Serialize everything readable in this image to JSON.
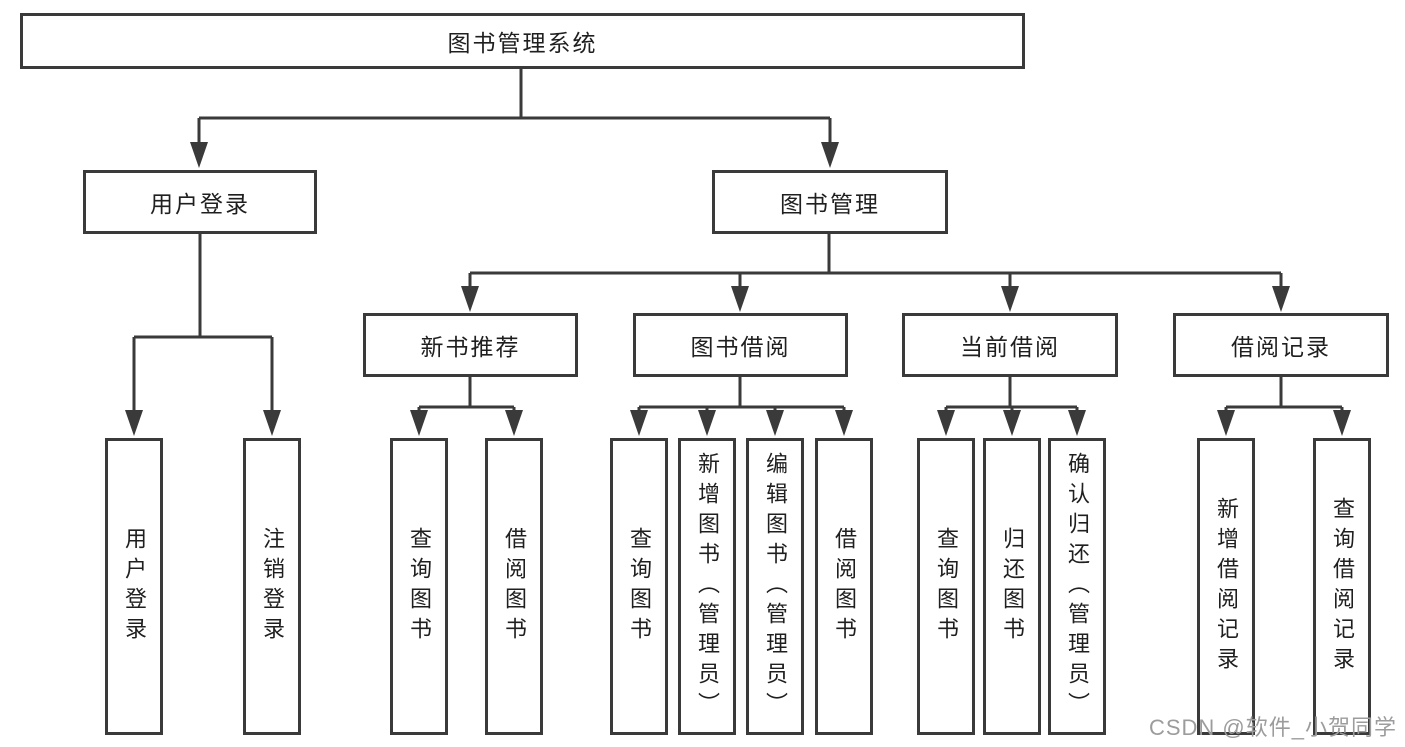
{
  "tree": {
    "root": {
      "label": "图书管理系统"
    },
    "branches": [
      {
        "label": "用户登录",
        "children": [
          {
            "label": "用户登录"
          },
          {
            "label": "注销登录"
          }
        ]
      },
      {
        "label": "图书管理",
        "children": [
          {
            "label": "新书推荐",
            "children": [
              {
                "label": "查询图书"
              },
              {
                "label": "借阅图书"
              }
            ]
          },
          {
            "label": "图书借阅",
            "children": [
              {
                "label": "查询图书"
              },
              {
                "label": "新增图书（管理员）"
              },
              {
                "label": "编辑图书（管理员）"
              },
              {
                "label": "借阅图书"
              }
            ]
          },
          {
            "label": "当前借阅",
            "children": [
              {
                "label": "查询图书"
              },
              {
                "label": "归还图书"
              },
              {
                "label": "确认归还（管理员）"
              }
            ]
          },
          {
            "label": "借阅记录",
            "children": [
              {
                "label": "新增借阅记录"
              },
              {
                "label": "查询借阅记录"
              }
            ]
          }
        ]
      }
    ]
  },
  "watermark": "CSDN @软件_小贺同学",
  "colors": {
    "line": "#3a3a3a",
    "box_border": "#3a3a3a",
    "text": "#1f1f1f",
    "watermark_text": "#9c9c9c",
    "background": "#ffffff"
  }
}
